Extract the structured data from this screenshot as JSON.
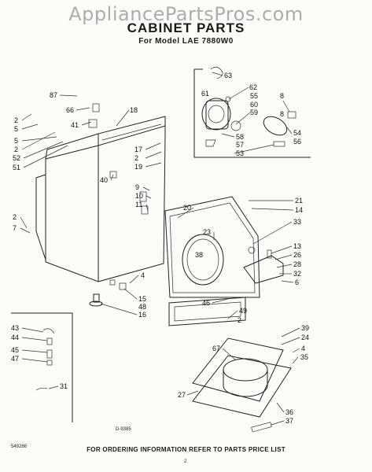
{
  "watermark": "AppliancePartsPros.com",
  "title": "CABINET PARTS",
  "subtitle": "For Model LAE 7880W0",
  "footer": "FOR ORDERING INFORMATION REFER TO PARTS PRICE LIST",
  "stamp_left": "549286",
  "figure_number": "D-9385",
  "page_number": "2",
  "callouts": [
    {
      "id": "c87",
      "text": "87"
    },
    {
      "id": "c66",
      "text": "66"
    },
    {
      "id": "c18",
      "text": "18"
    },
    {
      "id": "c2a",
      "text": "2"
    },
    {
      "id": "c5a",
      "text": "5"
    },
    {
      "id": "c41",
      "text": "41"
    },
    {
      "id": "c2b",
      "text": "2"
    },
    {
      "id": "c5b",
      "text": "5"
    },
    {
      "id": "c52",
      "text": "52"
    },
    {
      "id": "c51",
      "text": "51"
    },
    {
      "id": "c17",
      "text": "17"
    },
    {
      "id": "c2c",
      "text": "2"
    },
    {
      "id": "c19",
      "text": "19"
    },
    {
      "id": "c40",
      "text": "40"
    },
    {
      "id": "c9",
      "text": "9"
    },
    {
      "id": "c10",
      "text": "10"
    },
    {
      "id": "c11",
      "text": "11"
    },
    {
      "id": "c2d",
      "text": "2"
    },
    {
      "id": "c7",
      "text": "7"
    },
    {
      "id": "c20",
      "text": "20"
    },
    {
      "id": "c23",
      "text": "23"
    },
    {
      "id": "c38",
      "text": "38"
    },
    {
      "id": "c21",
      "text": "21"
    },
    {
      "id": "c14",
      "text": "14"
    },
    {
      "id": "c33",
      "text": "33"
    },
    {
      "id": "c13",
      "text": "13"
    },
    {
      "id": "c26",
      "text": "26"
    },
    {
      "id": "c28",
      "text": "28"
    },
    {
      "id": "c32",
      "text": "32"
    },
    {
      "id": "c6",
      "text": "6"
    },
    {
      "id": "c4a",
      "text": "4"
    },
    {
      "id": "c15",
      "text": "15"
    },
    {
      "id": "c48",
      "text": "48"
    },
    {
      "id": "c16",
      "text": "16"
    },
    {
      "id": "c46",
      "text": "46"
    },
    {
      "id": "c49",
      "text": "49"
    },
    {
      "id": "c2e",
      "text": "2"
    },
    {
      "id": "c63",
      "text": "63"
    },
    {
      "id": "c62",
      "text": "62"
    },
    {
      "id": "c61",
      "text": "61"
    },
    {
      "id": "c55",
      "text": "55"
    },
    {
      "id": "c60",
      "text": "60"
    },
    {
      "id": "c59",
      "text": "59"
    },
    {
      "id": "c8a",
      "text": "8"
    },
    {
      "id": "c8b",
      "text": "8"
    },
    {
      "id": "c58",
      "text": "58"
    },
    {
      "id": "c57",
      "text": "57"
    },
    {
      "id": "c53",
      "text": "53"
    },
    {
      "id": "c54",
      "text": "54"
    },
    {
      "id": "c56",
      "text": "56"
    },
    {
      "id": "c43",
      "text": "43"
    },
    {
      "id": "c44",
      "text": "44"
    },
    {
      "id": "c45",
      "text": "45"
    },
    {
      "id": "c47",
      "text": "47"
    },
    {
      "id": "c31",
      "text": "31"
    },
    {
      "id": "c39",
      "text": "39"
    },
    {
      "id": "c24",
      "text": "24"
    },
    {
      "id": "c4b",
      "text": "4"
    },
    {
      "id": "c35",
      "text": "35"
    },
    {
      "id": "c67",
      "text": "67"
    },
    {
      "id": "c27",
      "text": "27"
    },
    {
      "id": "c36",
      "text": "36"
    },
    {
      "id": "c37",
      "text": "37"
    }
  ]
}
